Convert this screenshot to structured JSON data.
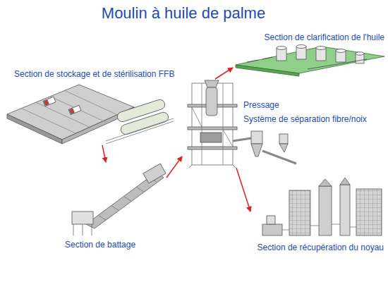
{
  "diagram": {
    "title": "Moulin à huile de palme",
    "nodes": [
      {
        "text": [
          "Section de stockage et de stérilisation FFB"
        ]
      },
      {
        "text": [
          "Section de clarification de l'huile"
        ]
      },
      {
        "text": [
          "Pressage",
          "Système de séparation fibre/noix"
        ]
      },
      {
        "text": [
          "Section de battage"
        ]
      },
      {
        "text": [
          "Section de récupération du noyau"
        ]
      }
    ],
    "edges": [
      {
        "from": 0,
        "to": 3,
        "arrow": "to"
      },
      {
        "from": 3,
        "to": 2,
        "arrow": "to"
      },
      {
        "from": 2,
        "to": 1,
        "arrow": "to"
      },
      {
        "from": 2,
        "to": 4,
        "arrow": "to"
      }
    ]
  }
}
